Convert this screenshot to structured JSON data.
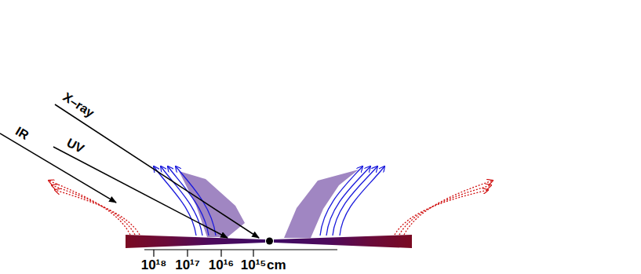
{
  "diagram": {
    "labels": [
      "X–ray",
      "UV",
      "IR",
      "10¹⁸",
      "10¹⁷",
      "10¹⁶",
      "10¹⁵",
      "cm"
    ]
  }
}
